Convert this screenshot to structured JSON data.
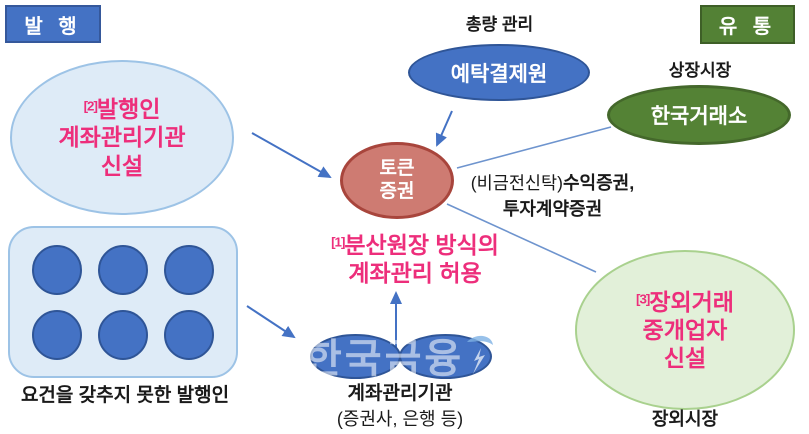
{
  "colors": {
    "blue": "#4472C4",
    "blue_border": "#2F5597",
    "light_blue_fill": "#DEEBF7",
    "light_blue_border": "#9DC3E6",
    "dark_green": "#548235",
    "light_green_fill": "#E2F0D9",
    "light_green_border": "#A9D18E",
    "rose_fill": "#CE7B72",
    "rose_border": "#A8453C",
    "pink_text": "#ED2E7B",
    "arrow": "#4472C4"
  },
  "tags": {
    "issuance": "발 행",
    "distribution": "유 통"
  },
  "labels": {
    "total_mgmt": "총량 관리",
    "listed_market": "상장시장",
    "unqualified_issuers": "요건을 갖추지 못한 발행인",
    "otc_market": "장외시장",
    "securities_prefix": "(비금전신탁)",
    "securities_bold": "수익증권,",
    "securities_line2": "투자계약증권"
  },
  "nodes": {
    "ksd": "예탁결제원",
    "krx": "한국거래소",
    "token": {
      "line1": "토큰",
      "line2": "증권"
    },
    "issuer_amo": {
      "sup": "[2]",
      "line1": "발행인",
      "line2": "계좌관리기관",
      "line3": "신설"
    },
    "dlt": {
      "sup": "[1]",
      "line1": "분산원장 방식의",
      "line2": "계좌관리 허용"
    },
    "account_mgmt": {
      "title": "계좌관리기관",
      "subtitle": "(증권사, 은행 등)"
    },
    "otc_broker": {
      "sup": "[3]",
      "line1": "장외거래",
      "line2": "중개업자",
      "line3": "신설"
    }
  },
  "watermark": {
    "text": "한국금융"
  }
}
